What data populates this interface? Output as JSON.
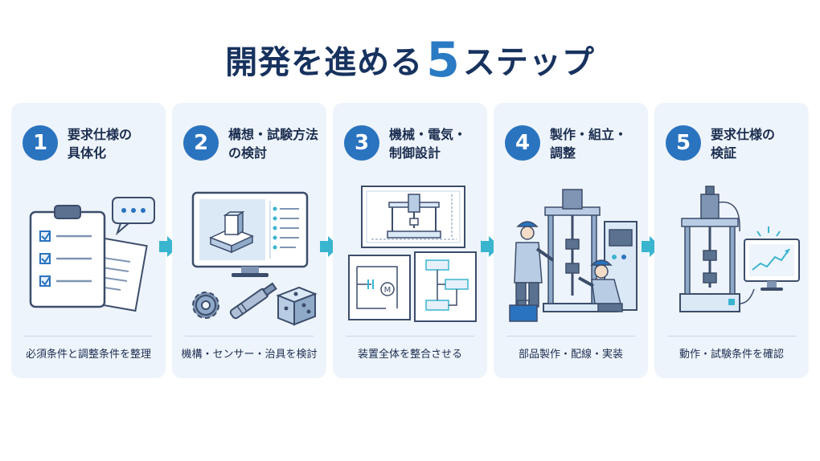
{
  "title": {
    "main": "開発を進める",
    "number": "5",
    "suffix": "ステップ"
  },
  "colors": {
    "accent": "#2a73bf",
    "arrow": "#3ab5cf",
    "card_bg": "#eef4fb",
    "heading": "#17325e"
  },
  "steps": [
    {
      "number": "1",
      "title_lines": [
        "要求仕様の",
        "具体化"
      ],
      "caption": "必須条件と調整条件を整理",
      "icon": "clipboard-checklist-icon"
    },
    {
      "number": "2",
      "title_lines": [
        "構想・試験方法",
        "の検討"
      ],
      "caption": "機構・センサー・治具を検討",
      "icon": "cad-monitor-icon"
    },
    {
      "number": "3",
      "title_lines": [
        "機械・電気・",
        "制御設計"
      ],
      "caption": "装置全体を整合させる",
      "icon": "design-drawings-icon"
    },
    {
      "number": "4",
      "title_lines": [
        "製作・組立・",
        "調整"
      ],
      "caption": "部品製作・配線・実装",
      "icon": "workers-assembly-icon"
    },
    {
      "number": "5",
      "title_lines": [
        "要求仕様の",
        "検証"
      ],
      "caption": "動作・試験条件を確認",
      "icon": "test-machine-monitor-icon"
    }
  ]
}
